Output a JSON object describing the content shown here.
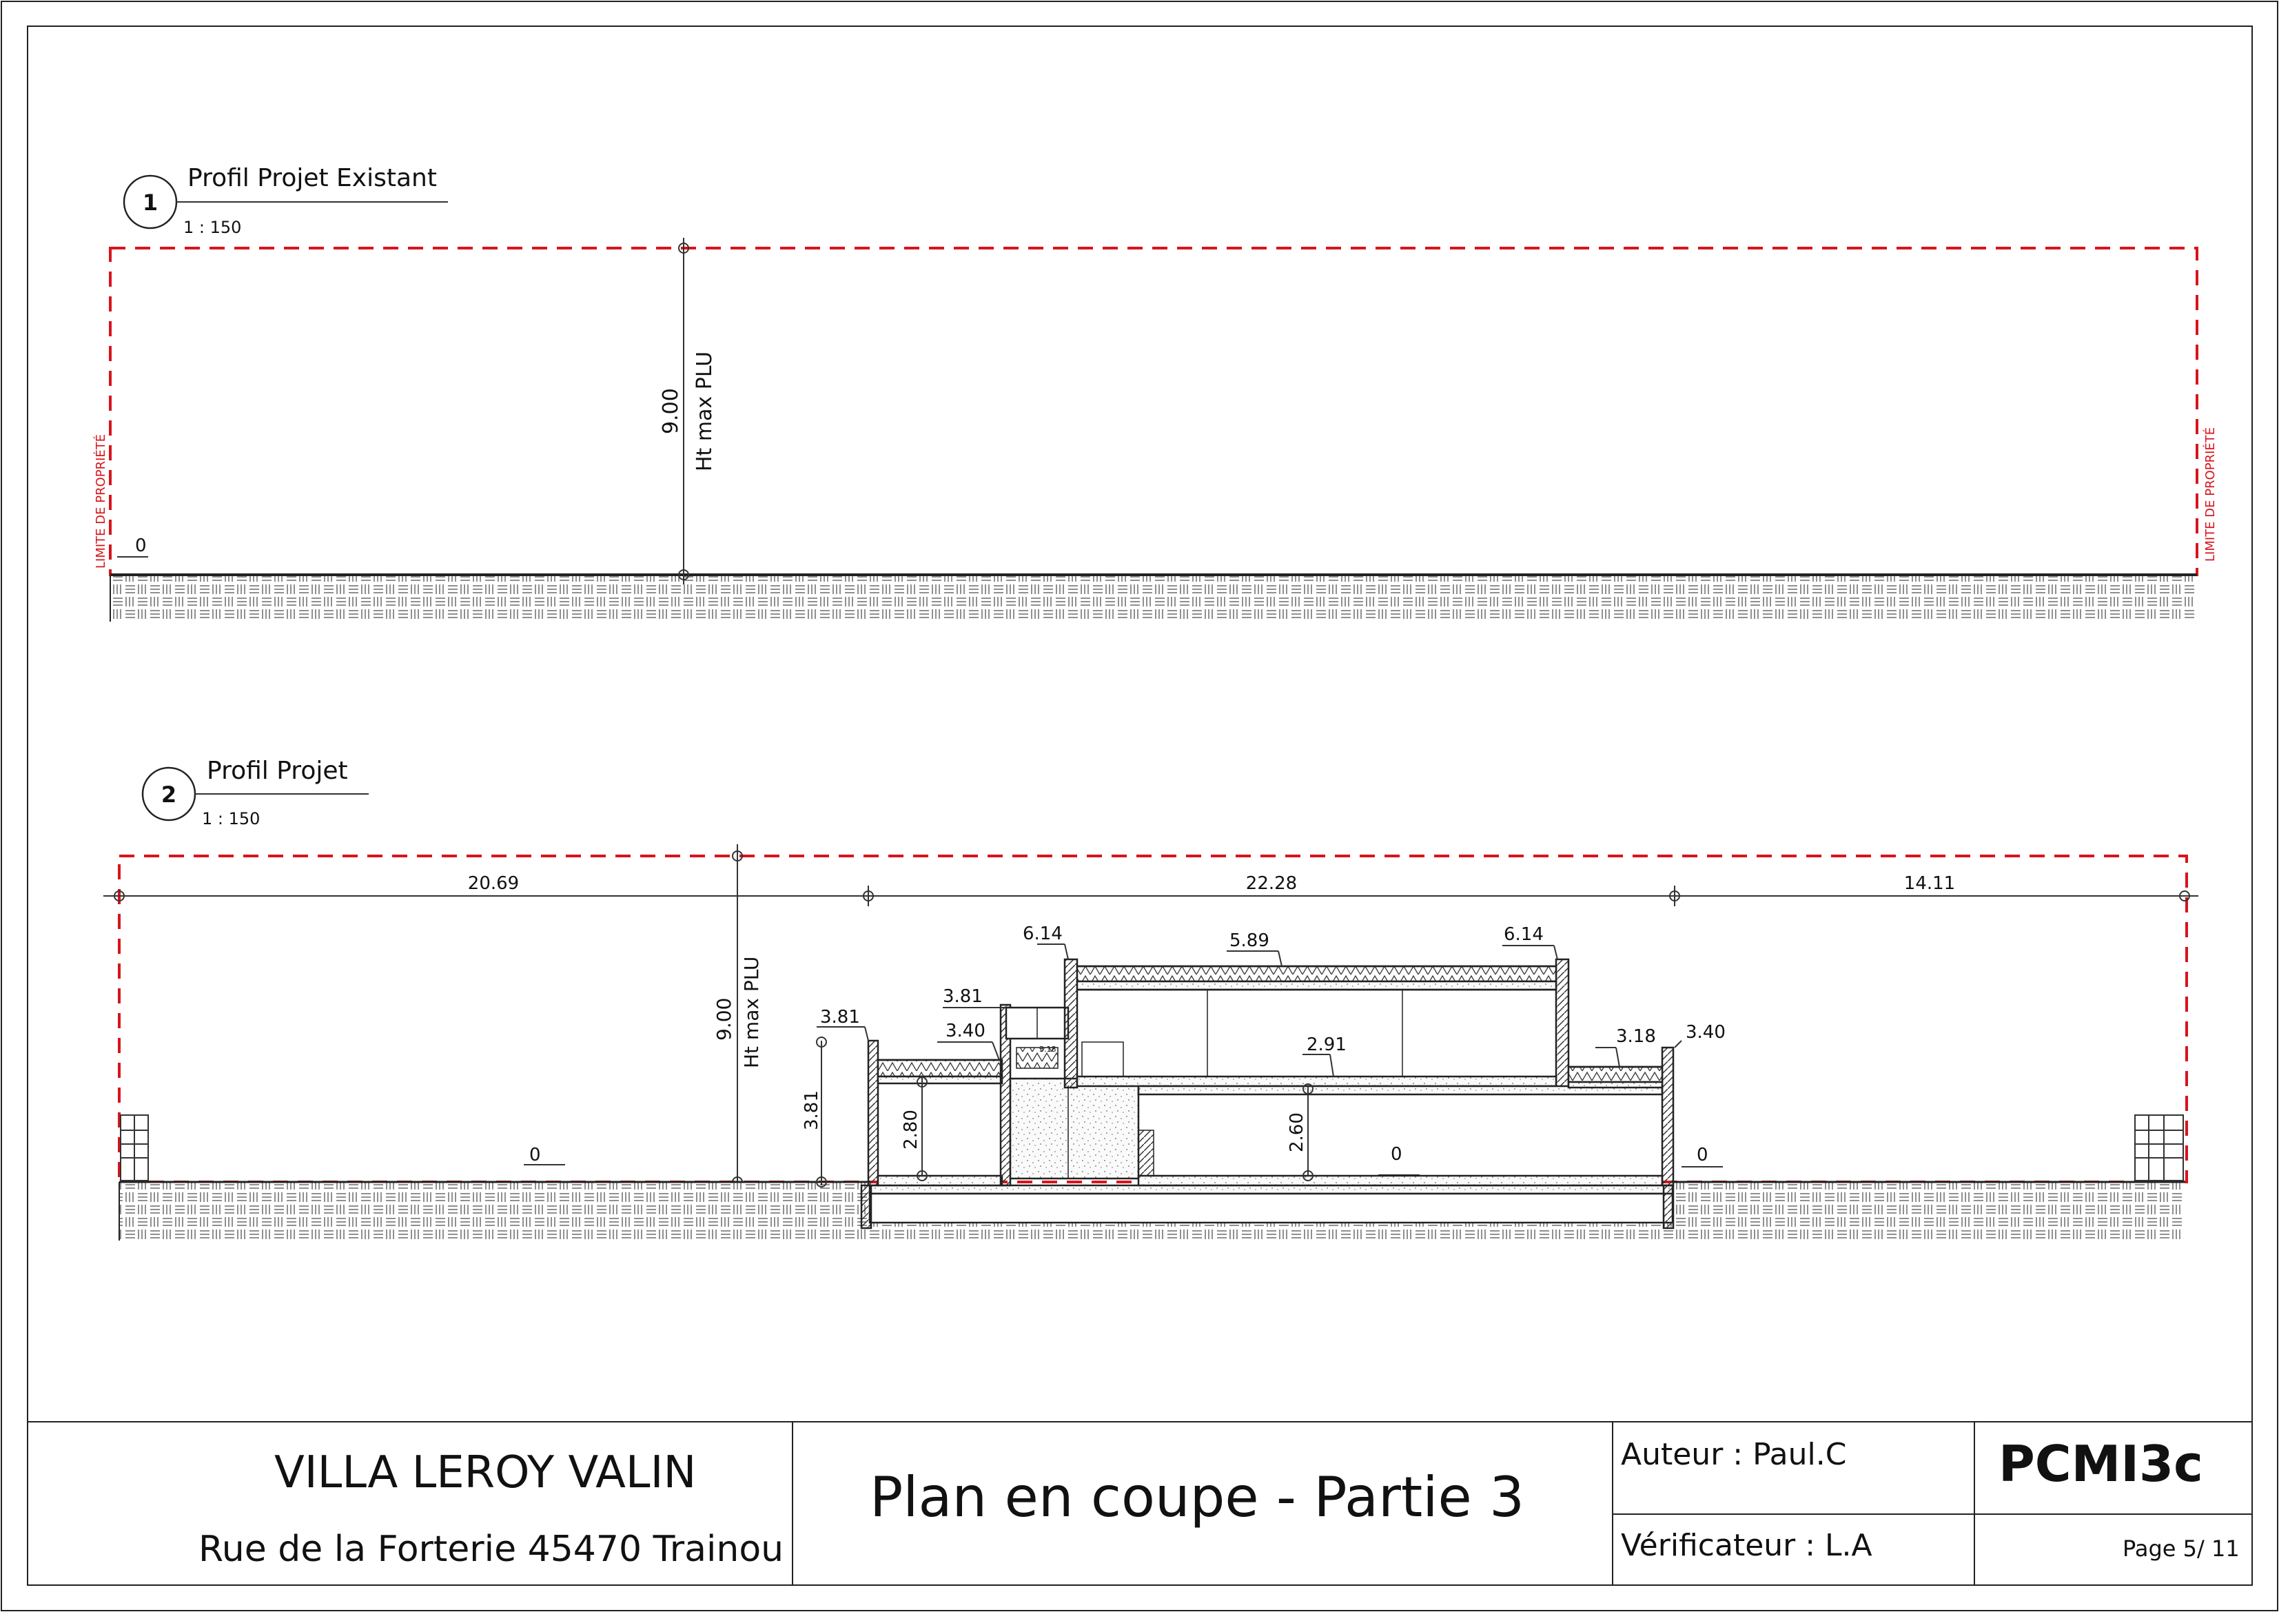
{
  "views": [
    {
      "number": "1",
      "title": "Profil Projet Existant",
      "scale": "1 : 150",
      "labels": {
        "property_limit_left": "LIMITE DE PROPRIÉTÉ",
        "property_limit_right": "LIMITE DE PROPRIÉTÉ",
        "ground_level": "0",
        "max_height_value": "9.00",
        "max_height_label": "Ht max PLU"
      }
    },
    {
      "number": "2",
      "title": "Profil Projet",
      "scale": "1 : 150",
      "labels": {
        "dim_left": "20.69",
        "dim_middle": "22.28",
        "dim_right": "14.11",
        "max_height_value": "9.00",
        "max_height_label": "Ht max PLU",
        "ground_level_left": "0",
        "ground_level_center": "0",
        "ground_level_right": "0",
        "left_height": "3.81",
        "left_parapet": "3.81",
        "left_roof": "3.40",
        "left_room_height": "2.80",
        "upper_left_step": "3.81",
        "small_level": "3.18",
        "upper_left_top": "6.14",
        "upper_roof_mid": "5.89",
        "upper_right_top": "6.14",
        "upper_floor": "2.91",
        "right_roof": "3.18",
        "right_parapet": "3.40",
        "ground_room_height": "2.60"
      }
    }
  ],
  "title_block": {
    "project_name": "VILLA LEROY VALIN",
    "address": "Rue de la Forterie 45470 Trainou",
    "drawing_title": "Plan en coupe - Partie 3",
    "author": "Auteur : Paul.C",
    "checker": "Vérificateur : L.A",
    "code": "PCMI3c",
    "page": "Page 5/ 11"
  },
  "colors": {
    "property_line": "#d8141c",
    "line": "#1a1a1a",
    "hatch": "#444444"
  }
}
